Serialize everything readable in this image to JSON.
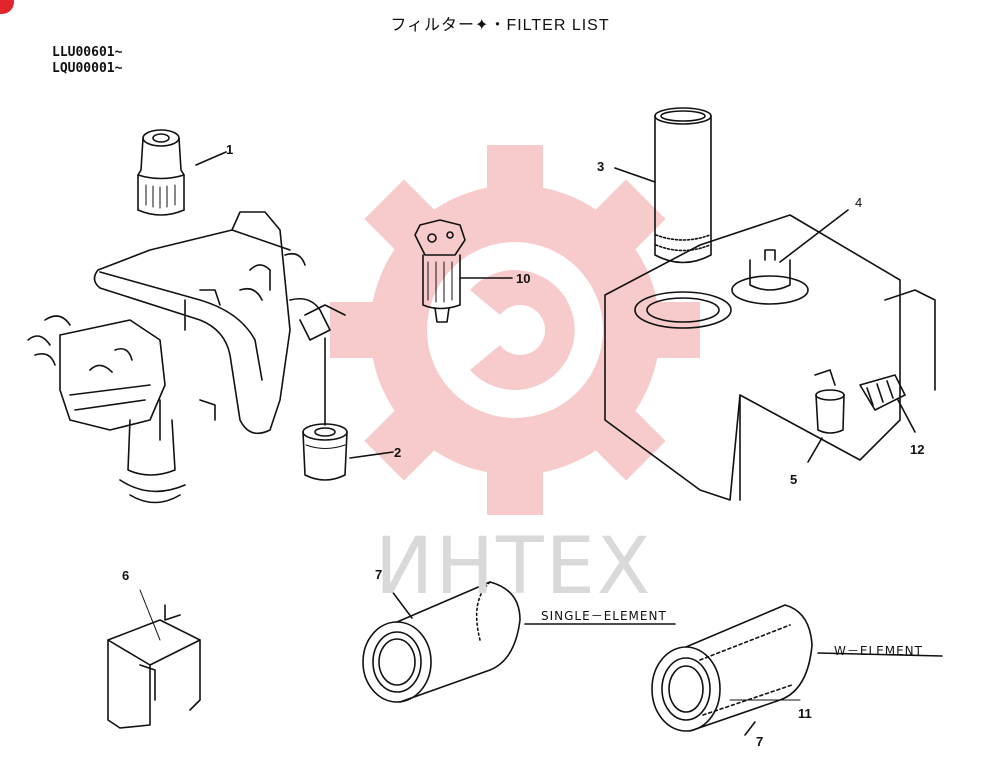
{
  "header": {
    "title": "フィルター✦・FILTER LIST",
    "serials": [
      "LLU00601~",
      "LQU00001~"
    ]
  },
  "watermark": {
    "text": "ИНТЕХ",
    "color": "#f4b6b6"
  },
  "callouts": {
    "c1": "1",
    "c2": "2",
    "c3": "3",
    "c4": "4",
    "c5": "5",
    "c6": "6",
    "c7a": "7",
    "c7b": "7",
    "c10": "10",
    "c11": "11",
    "c12": "12"
  },
  "variants": {
    "single": "SINGLE－ELEMENT",
    "double": "W－ELEMENT"
  },
  "colors": {
    "line": "#111111",
    "badge": "#e0262a",
    "watermark_text": "#d9d9d9"
  }
}
